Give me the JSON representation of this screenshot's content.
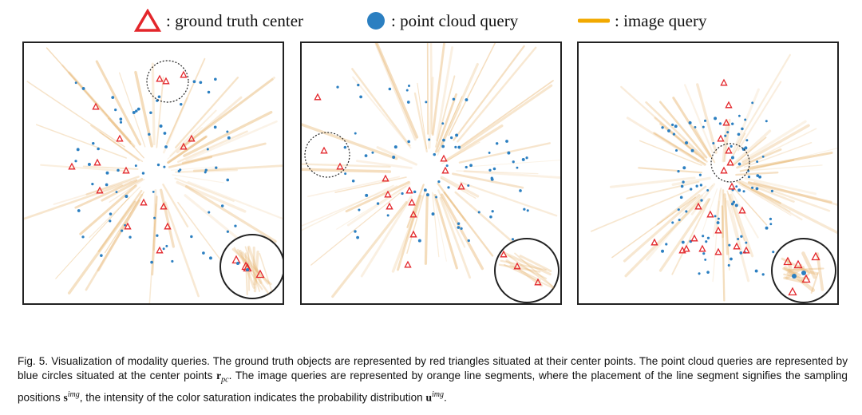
{
  "legend": {
    "gt": "△: ground truth center",
    "gt_label": ": ground truth center",
    "pc_label": ": point cloud query",
    "img_label": ": image query"
  },
  "colors": {
    "triangle": "#e3262b",
    "point": "#2b7fc1",
    "segment": "#e6b066",
    "legend_segment": "#f2a900",
    "border": "#222222"
  },
  "caption": {
    "part1": "Fig. 5. Visualization of modality queries. The ground truth objects are represented by red triangles situated at their center points. The point cloud queries are represented by blue circles situated at the center points ",
    "r": "r",
    "r_sub": "pc",
    "part2": ". The image queries are represented by orange line segments, where the placement of the line segment signifies the sampling positions ",
    "s": "s",
    "s_sup": "img",
    "part3": ", the intensity of the color saturation indicates the probability distribution ",
    "u": "u",
    "u_sup": "img",
    "part4": "."
  }
}
